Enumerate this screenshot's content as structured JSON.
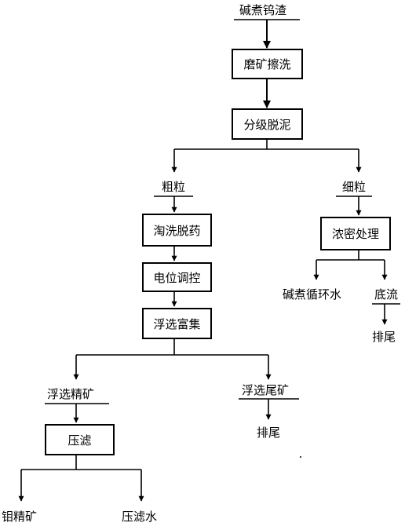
{
  "nodes": {
    "input": "碱煮钨渣",
    "grinding": "磨矿擦洗",
    "classification": "分级脱泥",
    "coarse": "粗粒",
    "fine": "细粒",
    "washing": "淘洗脱药",
    "thickening": "浓密处理",
    "potential": "电位调控",
    "flotation": "浮选富集",
    "recycle_water": "碱煮循环水",
    "underflow": "底流",
    "underflow_discharge": "排尾",
    "concentrate": "浮选精矿",
    "tailings": "浮选尾矿",
    "filter": "压滤",
    "tailings_discharge": "排尾",
    "mo_concentrate": "钼精矿",
    "filtrate": "压滤水"
  }
}
